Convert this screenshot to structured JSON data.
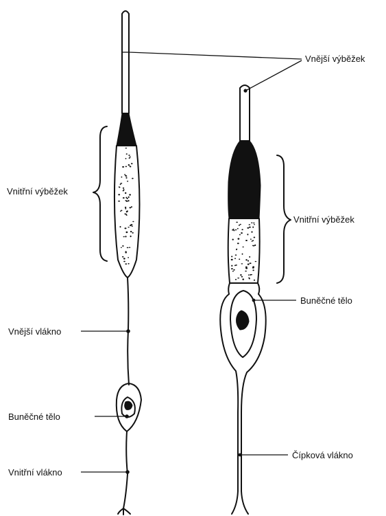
{
  "labels": {
    "outer_segment": "Vnější výběžek",
    "inner_segment_rod": "Vnitřní výběžek",
    "inner_segment_cone": "Vnitřní výběžek",
    "outer_fiber": "Vnější vlákno",
    "cell_body_rod": "Buněčné tělo",
    "cell_body_cone": "Buněčné tělo",
    "inner_fiber": "Vnitřní vlákno",
    "cone_fiber": "Čípková vlákno"
  },
  "colors": {
    "ink": "#111111",
    "background": "#ffffff"
  }
}
